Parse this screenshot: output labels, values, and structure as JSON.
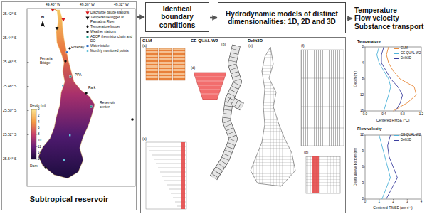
{
  "diagram": {
    "nodes": [
      {
        "text": [
          "Subtropical reservoir"
        ]
      },
      {
        "text": [
          "Identical boundary conditions"
        ]
      },
      {
        "text": [
          "Hydrodynamic models of distinct dimensionalities: 1D, 2D and 3D"
        ]
      },
      {
        "text": [
          "GLM"
        ]
      },
      {
        "text": [
          "CE-QUAL-W2"
        ]
      },
      {
        "text": [
          "Delft3D"
        ]
      },
      {
        "text": [
          "Temperature",
          "Flow velocity",
          "Substance transport"
        ]
      }
    ],
    "edges": [
      {
        "from": 0,
        "to": 1,
        "arrow": "to"
      },
      {
        "from": 1,
        "to": 2,
        "arrow": "to"
      },
      {
        "from": 2,
        "to": 6,
        "arrow": "to"
      }
    ],
    "labels": [
      "49.40° W",
      "49.36° W",
      "49.32° W",
      "25.42° S",
      "25.44° S",
      "25.46° S",
      "25.48° S",
      "25.50° S",
      "25.52° S",
      "25.54° S",
      "N",
      "Depth (m)",
      "0",
      "2",
      "4",
      "6",
      "8",
      "10",
      "12",
      "14",
      "16",
      "Forebay",
      "Ferraria Bridge",
      "PPA",
      "Park",
      "Reservoir center",
      "Dam",
      "(a)",
      "(c)",
      "(d)",
      "(b)",
      "(e)",
      "(f)",
      "(g)",
      "Temperature",
      "Depth (m)",
      "0",
      "4",
      "8",
      "12",
      "16",
      "0.0",
      "0.4",
      "0.8",
      "1.2",
      "Centered RMSE (°C)",
      "Flow velocity",
      "Depth above bottom (m)",
      "0",
      "3",
      "6",
      "9",
      "12",
      "0",
      "1",
      "2",
      "3",
      "4",
      "Centered RMSE (cm s⁻¹)"
    ],
    "legend": [
      {
        "text": "Discharge gauge stations"
      },
      {
        "text": "Temperature logger at Passaúna River"
      },
      {
        "text": "Temperature logger"
      },
      {
        "text": "Weather stations"
      },
      {
        "text": "ADCP, thermistor chain and DO"
      },
      {
        "text": "Water intake"
      },
      {
        "text": "Monthly monitored points"
      },
      {
        "text": "GLM"
      },
      {
        "text": "CE-QUAL-W2"
      },
      {
        "text": "Delft3D"
      },
      {
        "text": "CE-QUAL-W2"
      },
      {
        "text": "Delft3D"
      }
    ]
  }
}
